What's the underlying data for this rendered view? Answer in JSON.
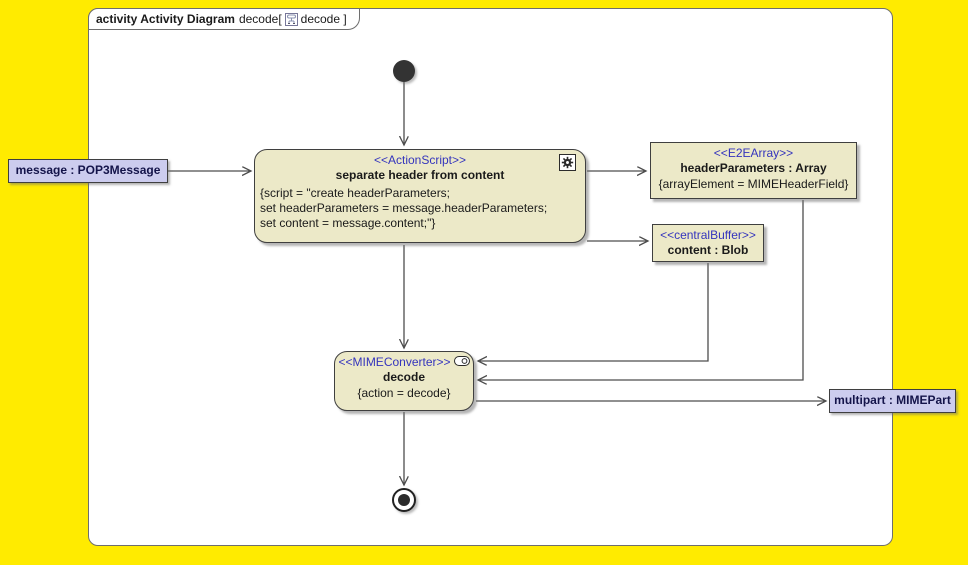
{
  "colors": {
    "canvas_bg": "#ffeb00",
    "frame_bg": "#ffffff",
    "node_fill": "#ece9c8",
    "object_fill": "#ccccee",
    "stereotype_color": "#3434bd",
    "edge_color": "#4d4d4d",
    "node_border": "#3f3f3f"
  },
  "frame": {
    "keyword": "activity Activity Diagram",
    "name_prefix": "decode[",
    "icon": "activity-diagram-icon",
    "name_suffix": "decode ]"
  },
  "nodes": {
    "action": {
      "stereotype": "<<ActionScript>>",
      "name": "separate header from content",
      "script": [
        "{script = \"create headerParameters;",
        "set headerParameters = message.headerParameters;",
        "set content = message.content;\"}"
      ],
      "badge_icon": "gear-icon"
    },
    "message": {
      "name": "message : POP3Message"
    },
    "header_parameters": {
      "stereotype": "<<E2EArray>>",
      "name": "headerParameters : Array",
      "constraint": "{arrayElement = MIMEHeaderField}"
    },
    "content": {
      "stereotype": "<<centralBuffer>>",
      "name": "content : Blob"
    },
    "decode": {
      "stereotype": "<<MIMEConverter>>",
      "name": "decode",
      "constraint": "{action = decode}",
      "badge_icon": "converter-icon"
    },
    "multipart": {
      "name": "multipart : MIMEPart"
    }
  }
}
